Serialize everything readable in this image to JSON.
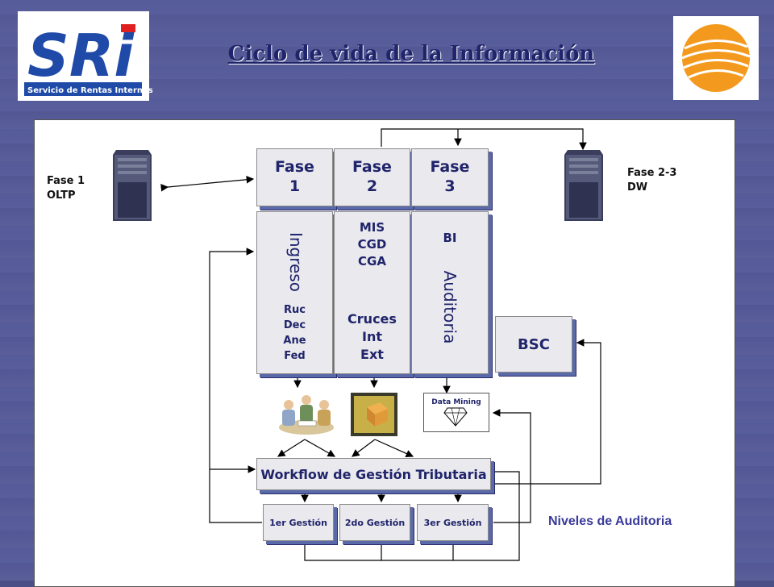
{
  "title": "Ciclo de vida de la Información",
  "logos": {
    "sri_text": "SRi",
    "sri_subtitle": "Servicio de Rentas Internas"
  },
  "servers": {
    "left_label": [
      "Fase 1",
      "OLTP"
    ],
    "right_label": [
      "Fase 2-3",
      "DW"
    ]
  },
  "phases": [
    {
      "label": [
        "Fase",
        "1"
      ]
    },
    {
      "label": [
        "Fase",
        "2"
      ]
    },
    {
      "label": [
        "Fase",
        "3"
      ]
    }
  ],
  "phase1": {
    "vertical": "Ingreso",
    "items": [
      "Ruc",
      "Dec",
      "Ane",
      "Fed"
    ]
  },
  "phase2": {
    "top_items": [
      "MIS",
      "CGD",
      "CGA"
    ],
    "bottom_items": [
      "Cruces",
      "Int",
      "Ext"
    ]
  },
  "phase3": {
    "top": "BI",
    "vertical": "Auditoria"
  },
  "bsc": "BSC",
  "data_mining": "Data Mining",
  "workflow": "Workflow de Gestión Tributaria",
  "gestiones": [
    "1er Gestión",
    "2do Gestión",
    "3er Gestión"
  ],
  "niveles": "Niveles de Auditoria",
  "colors": {
    "navy": "#20246a",
    "accent_orange": "#f39a1e",
    "sri_blue": "#1f4aa8",
    "sri_red": "#e02020"
  }
}
